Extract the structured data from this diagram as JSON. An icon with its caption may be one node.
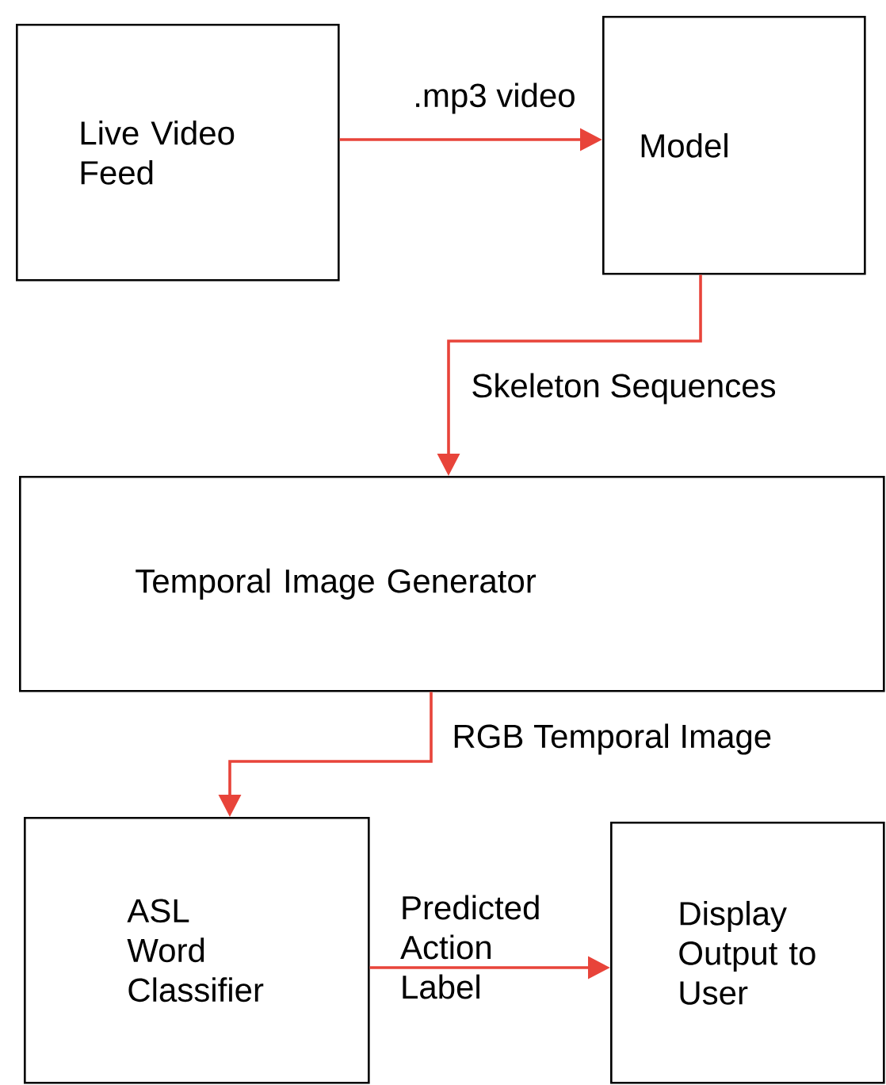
{
  "diagram": {
    "nodes": [
      {
        "text": [
          "Live Video Feed"
        ]
      },
      {
        "text": [
          "Model"
        ]
      },
      {
        "text": [
          "Temporal Image Generator"
        ]
      },
      {
        "text": [
          "ASL Word Classifier"
        ]
      },
      {
        "text": [
          "Display Output to User"
        ]
      }
    ],
    "edges": [
      {
        "from": 0,
        "to": 1,
        "arrow": "to",
        "label": ".mp3 video"
      },
      {
        "from": 1,
        "to": 2,
        "arrow": "to",
        "label": "Skeleton Sequences"
      },
      {
        "from": 2,
        "to": 3,
        "arrow": "to",
        "label": "RGB Temporal Image"
      },
      {
        "from": 3,
        "to": 4,
        "arrow": "to",
        "label": "Predicted Action Label"
      }
    ]
  }
}
